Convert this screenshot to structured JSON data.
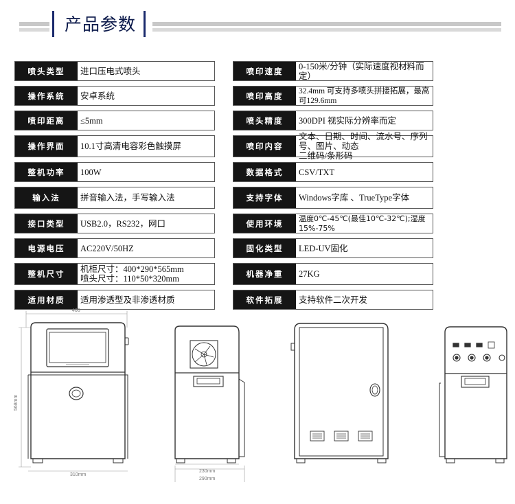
{
  "header": {
    "title": "产品参数"
  },
  "specs_left": [
    {
      "label": "喷头类型",
      "value": "进口压电式喷头"
    },
    {
      "label": "操作系统",
      "value": "安卓系统"
    },
    {
      "label": "喷印距离",
      "value": "≤5mm"
    },
    {
      "label": "操作界面",
      "value": "10.1寸高清电容彩色触摸屏"
    },
    {
      "label": "整机功率",
      "value": "100W"
    },
    {
      "label": "输入法",
      "value": "拼音输入法，手写输入法"
    },
    {
      "label": "接口类型",
      "value": "USB2.0，RS232，网口"
    },
    {
      "label": "电源电压",
      "value": "AC220V/50HZ"
    },
    {
      "label": "整机尺寸",
      "value_line1": "机柜尺寸：400*290*565mm",
      "value_line2": "喷头尺寸：110*50*320mm"
    },
    {
      "label": "适用材质",
      "value": "适用渗透型及非渗透材质"
    }
  ],
  "specs_right": [
    {
      "label": "喷印速度",
      "value": "0-150米/分钟（实际速度视材料而定）"
    },
    {
      "label": "喷印高度",
      "value": "32.4mm 可支持多喷头拼接拓展，最高可129.6mm"
    },
    {
      "label": "喷头精度",
      "value": "300DPI 视实际分辨率而定"
    },
    {
      "label": "喷印内容",
      "value_line1": "文本、日期、时间、流水号、序列号、图片、动态",
      "value_line2": "二维码/条形码"
    },
    {
      "label": "数据格式",
      "value": "CSV/TXT"
    },
    {
      "label": "支持字体",
      "value": "Windows字库 、TrueType字体"
    },
    {
      "label": "使用环境",
      "value": "温度0℃-45℃(最佳10℃-32℃);湿度15%-75%"
    },
    {
      "label": "固化类型",
      "value": "LED-UV固化"
    },
    {
      "label": "机器净重",
      "value": "27KG"
    },
    {
      "label": "软件拓展",
      "value": "支持软件二次开发"
    }
  ],
  "dimensions": {
    "front_width": "400",
    "front_height": "568mm",
    "front_base_width": "310mm",
    "side_depth_inner": "230mm",
    "side_depth_outer": "290mm"
  }
}
